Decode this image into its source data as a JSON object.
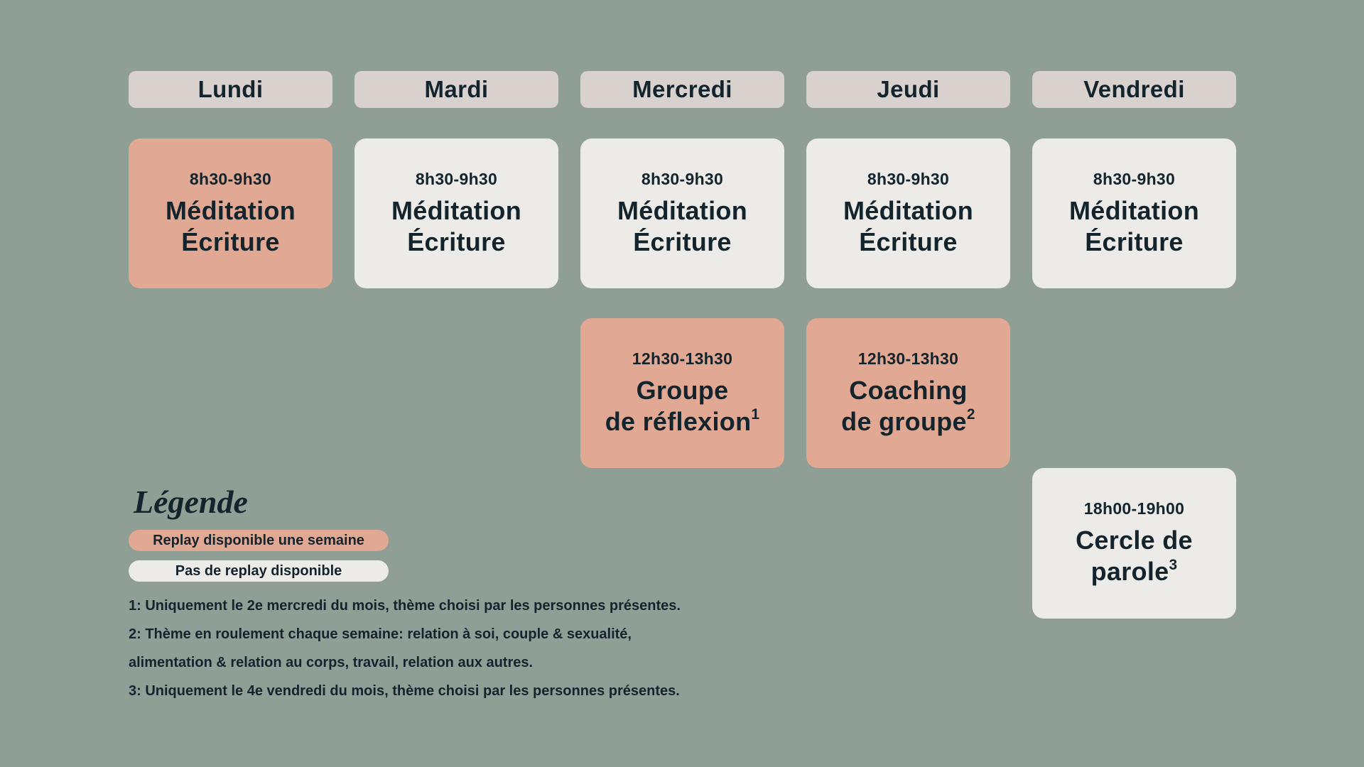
{
  "colors": {
    "background": "#909F96",
    "text": "#13242D",
    "day_header_bg": "#D8D1CD",
    "replay_bg": "#E1A893",
    "no_replay_bg": "#ECEBE7"
  },
  "days": [
    "Lundi",
    "Mardi",
    "Mercredi",
    "Jeudi",
    "Vendredi"
  ],
  "events": [
    {
      "day": "Lundi",
      "time": "8h30-9h30",
      "line1": "Méditation",
      "line2": "Écriture",
      "replay": true
    },
    {
      "day": "Mardi",
      "time": "8h30-9h30",
      "line1": "Méditation",
      "line2": "Écriture",
      "replay": false
    },
    {
      "day": "Mercredi",
      "time": "8h30-9h30",
      "line1": "Méditation",
      "line2": "Écriture",
      "replay": false
    },
    {
      "day": "Jeudi",
      "time": "8h30-9h30",
      "line1": "Méditation",
      "line2": "Écriture",
      "replay": false
    },
    {
      "day": "Vendredi",
      "time": "8h30-9h30",
      "line1": "Méditation",
      "line2": "Écriture",
      "replay": false
    },
    {
      "day": "Mercredi",
      "time": "12h30-13h30",
      "line1": "Groupe",
      "line2": "de réflexion",
      "sup": "1",
      "replay": true
    },
    {
      "day": "Jeudi",
      "time": "12h30-13h30",
      "line1": "Coaching",
      "line2": "de groupe",
      "sup": "2",
      "replay": true
    },
    {
      "day": "Vendredi",
      "time": "18h00-19h00",
      "line1": "Cercle de",
      "line2": "parole",
      "sup": "3",
      "replay": false
    }
  ],
  "legend": {
    "title": "Légende",
    "items": [
      {
        "label": "Replay disponible une semaine",
        "color": "#E1A893"
      },
      {
        "label": "Pas de replay disponible",
        "color": "#ECEBE7"
      }
    ]
  },
  "footnotes": [
    "1: Uniquement le 2e mercredi du mois, thème choisi par les personnes présentes.",
    "2: Thème en roulement chaque semaine: relation à soi, couple & sexualité,",
    "alimentation & relation au corps, travail, relation aux autres.",
    "3: Uniquement le 4e vendredi du mois, thème choisi par les personnes présentes."
  ]
}
